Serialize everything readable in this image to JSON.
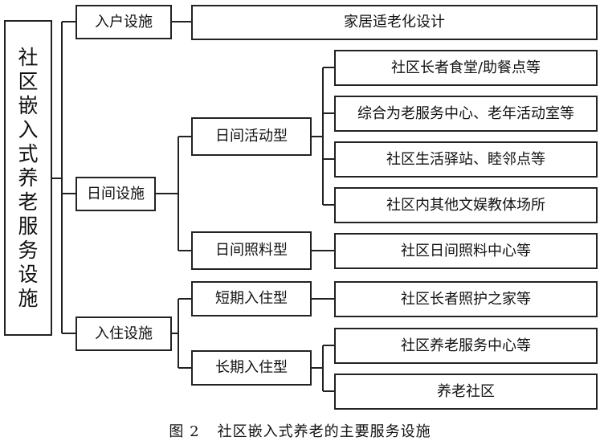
{
  "root": {
    "label": "社区嵌入式养老服务设施",
    "chars": [
      "社",
      "区",
      "嵌",
      "入",
      "式",
      "养",
      "老",
      "服",
      "务",
      "设",
      "施"
    ]
  },
  "categories": [
    {
      "label": "入户设施",
      "types": [],
      "items": [
        "家居适老化设计"
      ]
    },
    {
      "label": "日间设施",
      "types": [
        {
          "label": "日间活动型",
          "items": [
            "社区长者食堂/助餐点等",
            "综合为老服务中心、老年活动室等",
            "社区生活驿站、睦邻点等",
            "社区内其他文娱教体场所"
          ]
        },
        {
          "label": "日间照料型",
          "items": [
            "社区日间照料中心等"
          ]
        }
      ]
    },
    {
      "label": "入住设施",
      "types": [
        {
          "label": "短期入住型",
          "items": [
            "社区长者照护之家等"
          ]
        },
        {
          "label": "长期入住型",
          "items": [
            "社区养老服务中心等",
            "养老社区"
          ]
        }
      ]
    }
  ],
  "caption": {
    "figure": "图 2",
    "text": "社区嵌入式养老的主要服务设施"
  }
}
